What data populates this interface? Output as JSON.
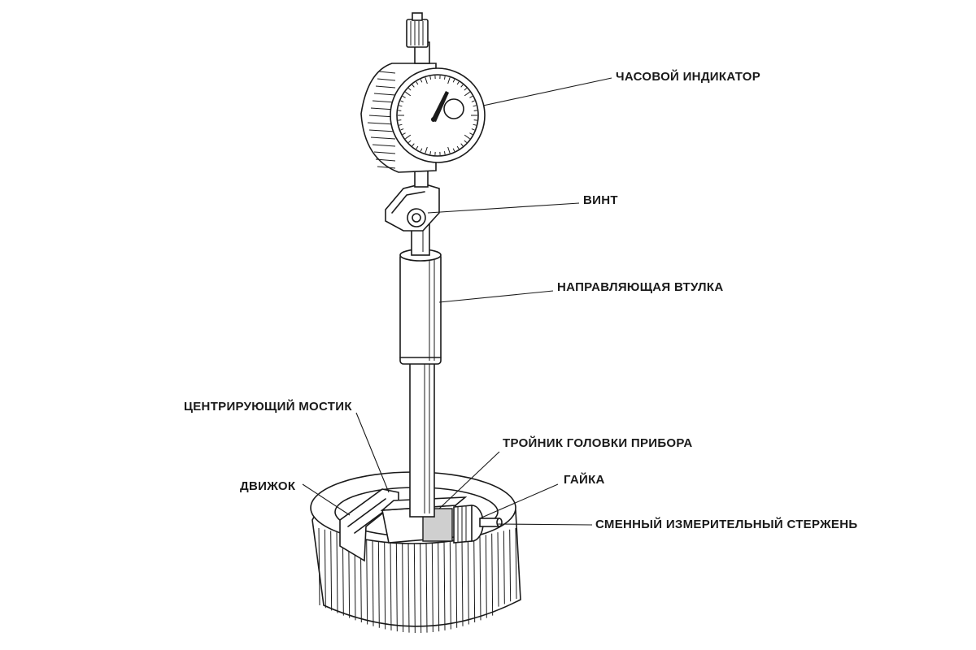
{
  "labels": {
    "dial_indicator": "ЧАСОВОЙ ИНДИКАТОР",
    "screw": "ВИНТ",
    "guide_sleeve": "НАПРАВЛЯЮЩАЯ ВТУЛКА",
    "centering_bridge": "ЦЕНТРИРУЮЩИЙ МОСТИК",
    "head_tee": "ТРОЙНИК ГОЛОВКИ ПРИБОРА",
    "slider": "ДВИЖОК",
    "nut": "ГАЙКА",
    "measuring_rod": "СМЕННЫЙ ИЗМЕРИТЕЛЬНЫЙ СТЕРЖЕНЬ"
  },
  "colors": {
    "ink": "#1a1a1a",
    "background": "#ffffff"
  }
}
